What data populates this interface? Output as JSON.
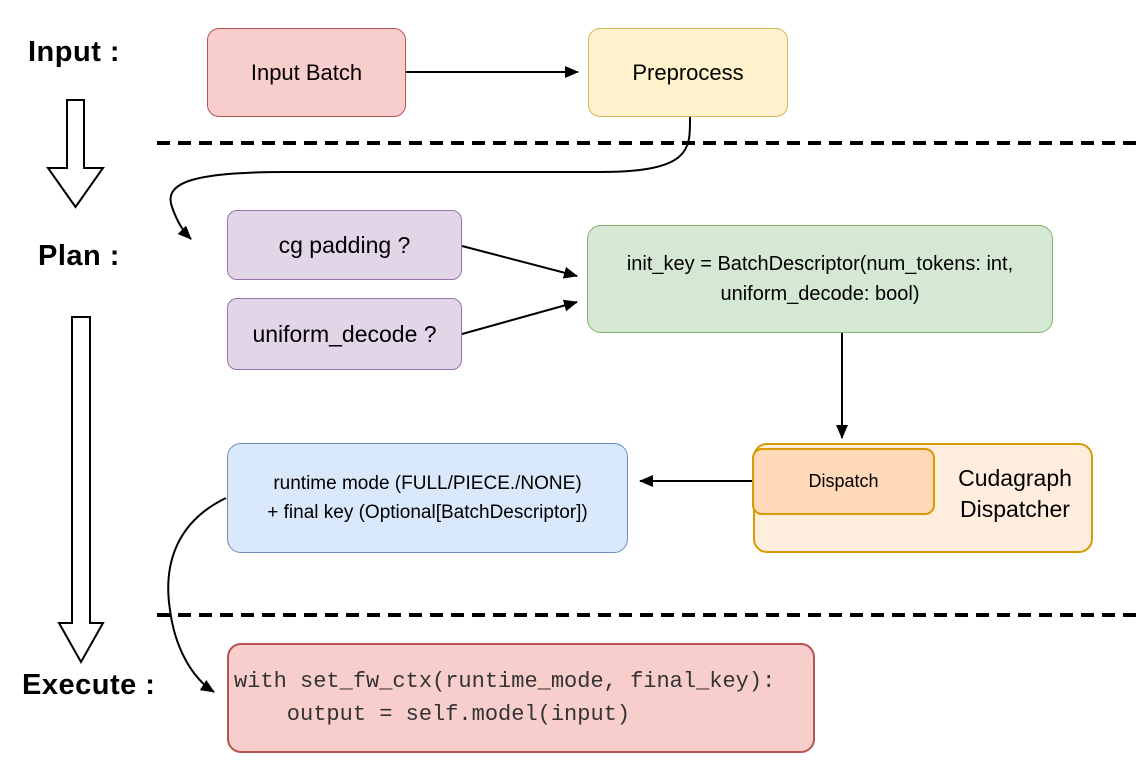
{
  "stages": {
    "input_label": "Input :",
    "plan_label": "Plan :",
    "execute_label": "Execute :"
  },
  "nodes": {
    "input_batch": "Input Batch",
    "preprocess": "Preprocess",
    "cg_padding": "cg padding ?",
    "uniform_decode": "uniform_decode ?",
    "init_key_line1": "init_key = BatchDescriptor(num_tokens: int,",
    "init_key_line2": "uniform_decode: bool)",
    "dispatch": "Dispatch",
    "cudagraph_dispatcher": "Cudagraph Dispatcher",
    "runtime_mode_line1": "runtime mode (FULL/PIECE./NONE)",
    "runtime_mode_line2": "+ final key (Optional[BatchDescriptor])",
    "execute_code_line1": "with set_fw_ctx(runtime_mode, final_key):",
    "execute_code_line2": "    output = self.model(input)"
  },
  "colors": {
    "input_batch_fill": "#f8cecc",
    "input_batch_stroke": "#b85450",
    "preprocess_fill": "#fff2cc",
    "preprocess_stroke": "#d6b656",
    "question_fill": "#e1d5e7",
    "question_stroke": "#9673a6",
    "init_key_fill": "#d5e8d4",
    "init_key_stroke": "#82b366",
    "dispatcher_fill": "#ffeedd",
    "dispatch_fill": "#ffd9b8",
    "dispatcher_stroke": "#d79b00",
    "runtime_fill": "#dae8fc",
    "runtime_stroke": "#6c8ebf",
    "code_fill": "#f8cecc",
    "code_stroke": "#b85450",
    "code_text": "#333333",
    "connector": "#000000"
  }
}
